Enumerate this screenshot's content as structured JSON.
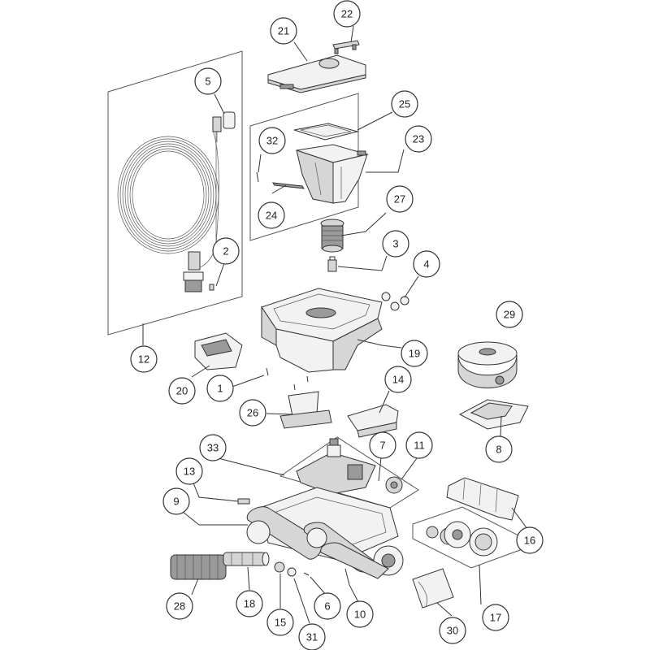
{
  "callouts": [
    {
      "id": "c22",
      "label": "22"
    },
    {
      "id": "c21",
      "label": "21"
    },
    {
      "id": "c5",
      "label": "5"
    },
    {
      "id": "c25",
      "label": "25"
    },
    {
      "id": "c32",
      "label": "32"
    },
    {
      "id": "c23",
      "label": "23"
    },
    {
      "id": "c27",
      "label": "27"
    },
    {
      "id": "c24",
      "label": "24"
    },
    {
      "id": "c2",
      "label": "2"
    },
    {
      "id": "c3",
      "label": "3"
    },
    {
      "id": "c4",
      "label": "4"
    },
    {
      "id": "c29",
      "label": "29"
    },
    {
      "id": "c12",
      "label": "12"
    },
    {
      "id": "c19",
      "label": "19"
    },
    {
      "id": "c20",
      "label": "20"
    },
    {
      "id": "c1",
      "label": "1"
    },
    {
      "id": "c14",
      "label": "14"
    },
    {
      "id": "c26",
      "label": "26"
    },
    {
      "id": "c8",
      "label": "8"
    },
    {
      "id": "c7",
      "label": "7"
    },
    {
      "id": "c11",
      "label": "11"
    },
    {
      "id": "c33",
      "label": "33"
    },
    {
      "id": "c13",
      "label": "13"
    },
    {
      "id": "c9",
      "label": "9"
    },
    {
      "id": "c16",
      "label": "16"
    },
    {
      "id": "c28",
      "label": "28"
    },
    {
      "id": "c18",
      "label": "18"
    },
    {
      "id": "c6",
      "label": "6"
    },
    {
      "id": "c10",
      "label": "10"
    },
    {
      "id": "c17",
      "label": "17"
    },
    {
      "id": "c15",
      "label": "15"
    },
    {
      "id": "c31",
      "label": "31"
    },
    {
      "id": "c30",
      "label": "30"
    }
  ]
}
